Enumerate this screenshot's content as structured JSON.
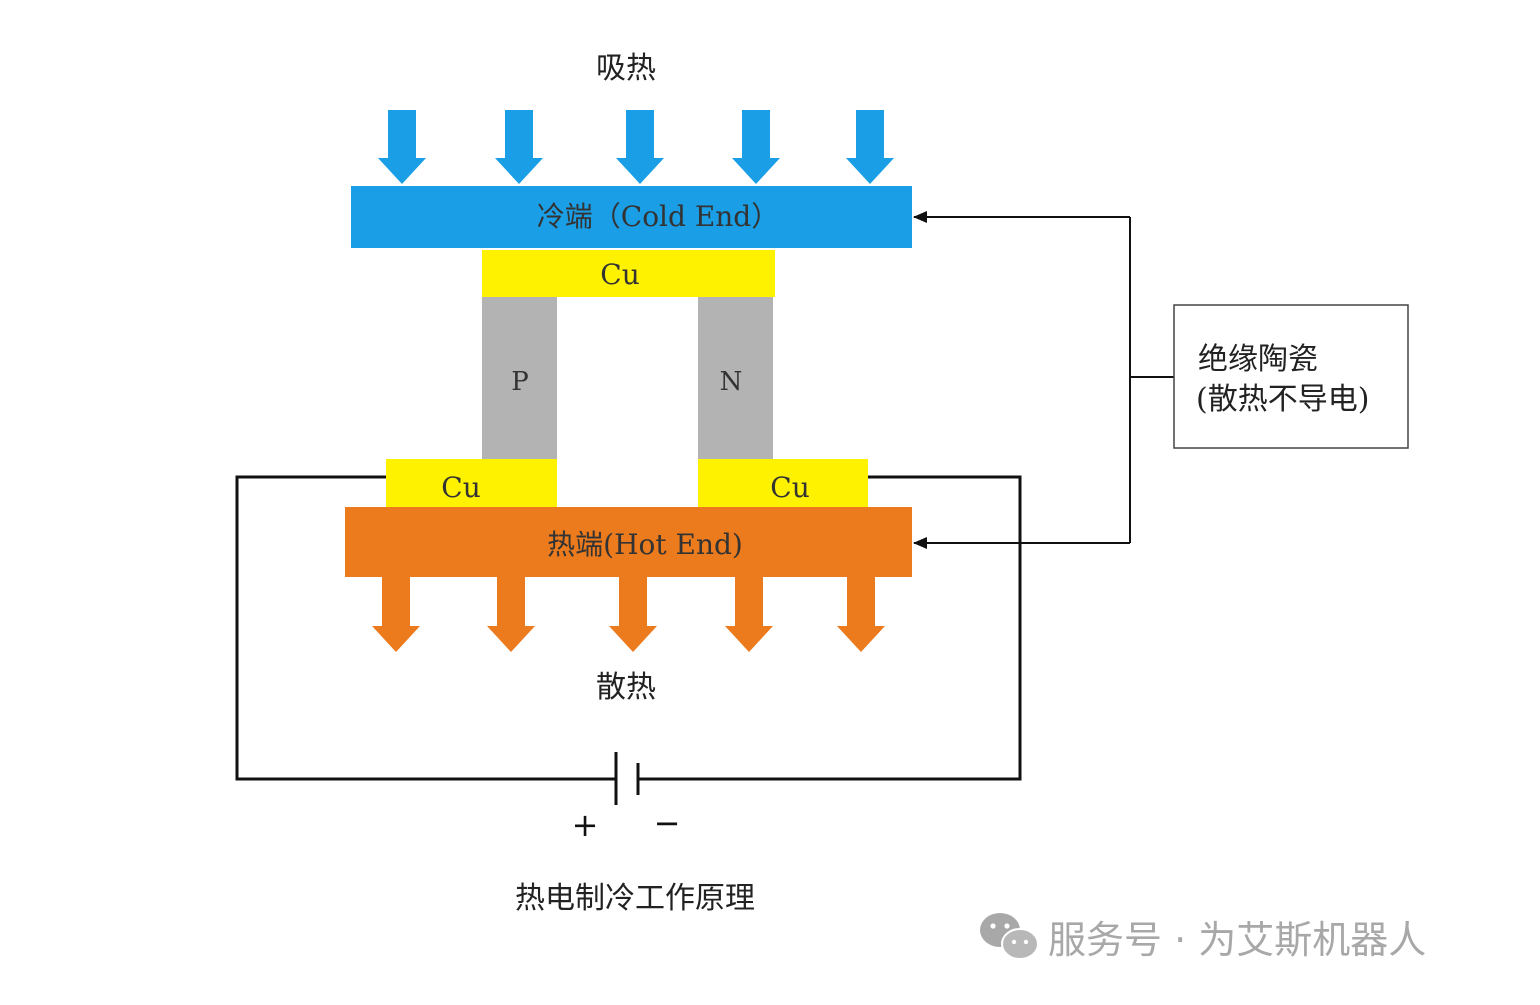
{
  "labels": {
    "absorb_heat": "吸热",
    "cold_end": "冷端（Cold End）",
    "cu_top": "Cu",
    "p_leg": "P",
    "n_leg": "N",
    "cu_bottom_left": "Cu",
    "cu_bottom_right": "Cu",
    "hot_end": "热端(Hot End)",
    "release_heat": "散热",
    "ceramic_line1": "绝缘陶瓷",
    "ceramic_line2": "(散热不导电)",
    "plus": "+",
    "minus": "−",
    "caption": "热电制冷工作原理"
  },
  "watermark": {
    "text": "服务号 · 为艾斯机器人",
    "icon": "wechat-icon"
  },
  "colors": {
    "cold_end": "#1a9ee6",
    "hot_end": "#ec7b1d",
    "copper": "#fff200",
    "semiconductor": "#b3b3b3",
    "line": "#111111",
    "watermark": "#a8a8a8"
  }
}
